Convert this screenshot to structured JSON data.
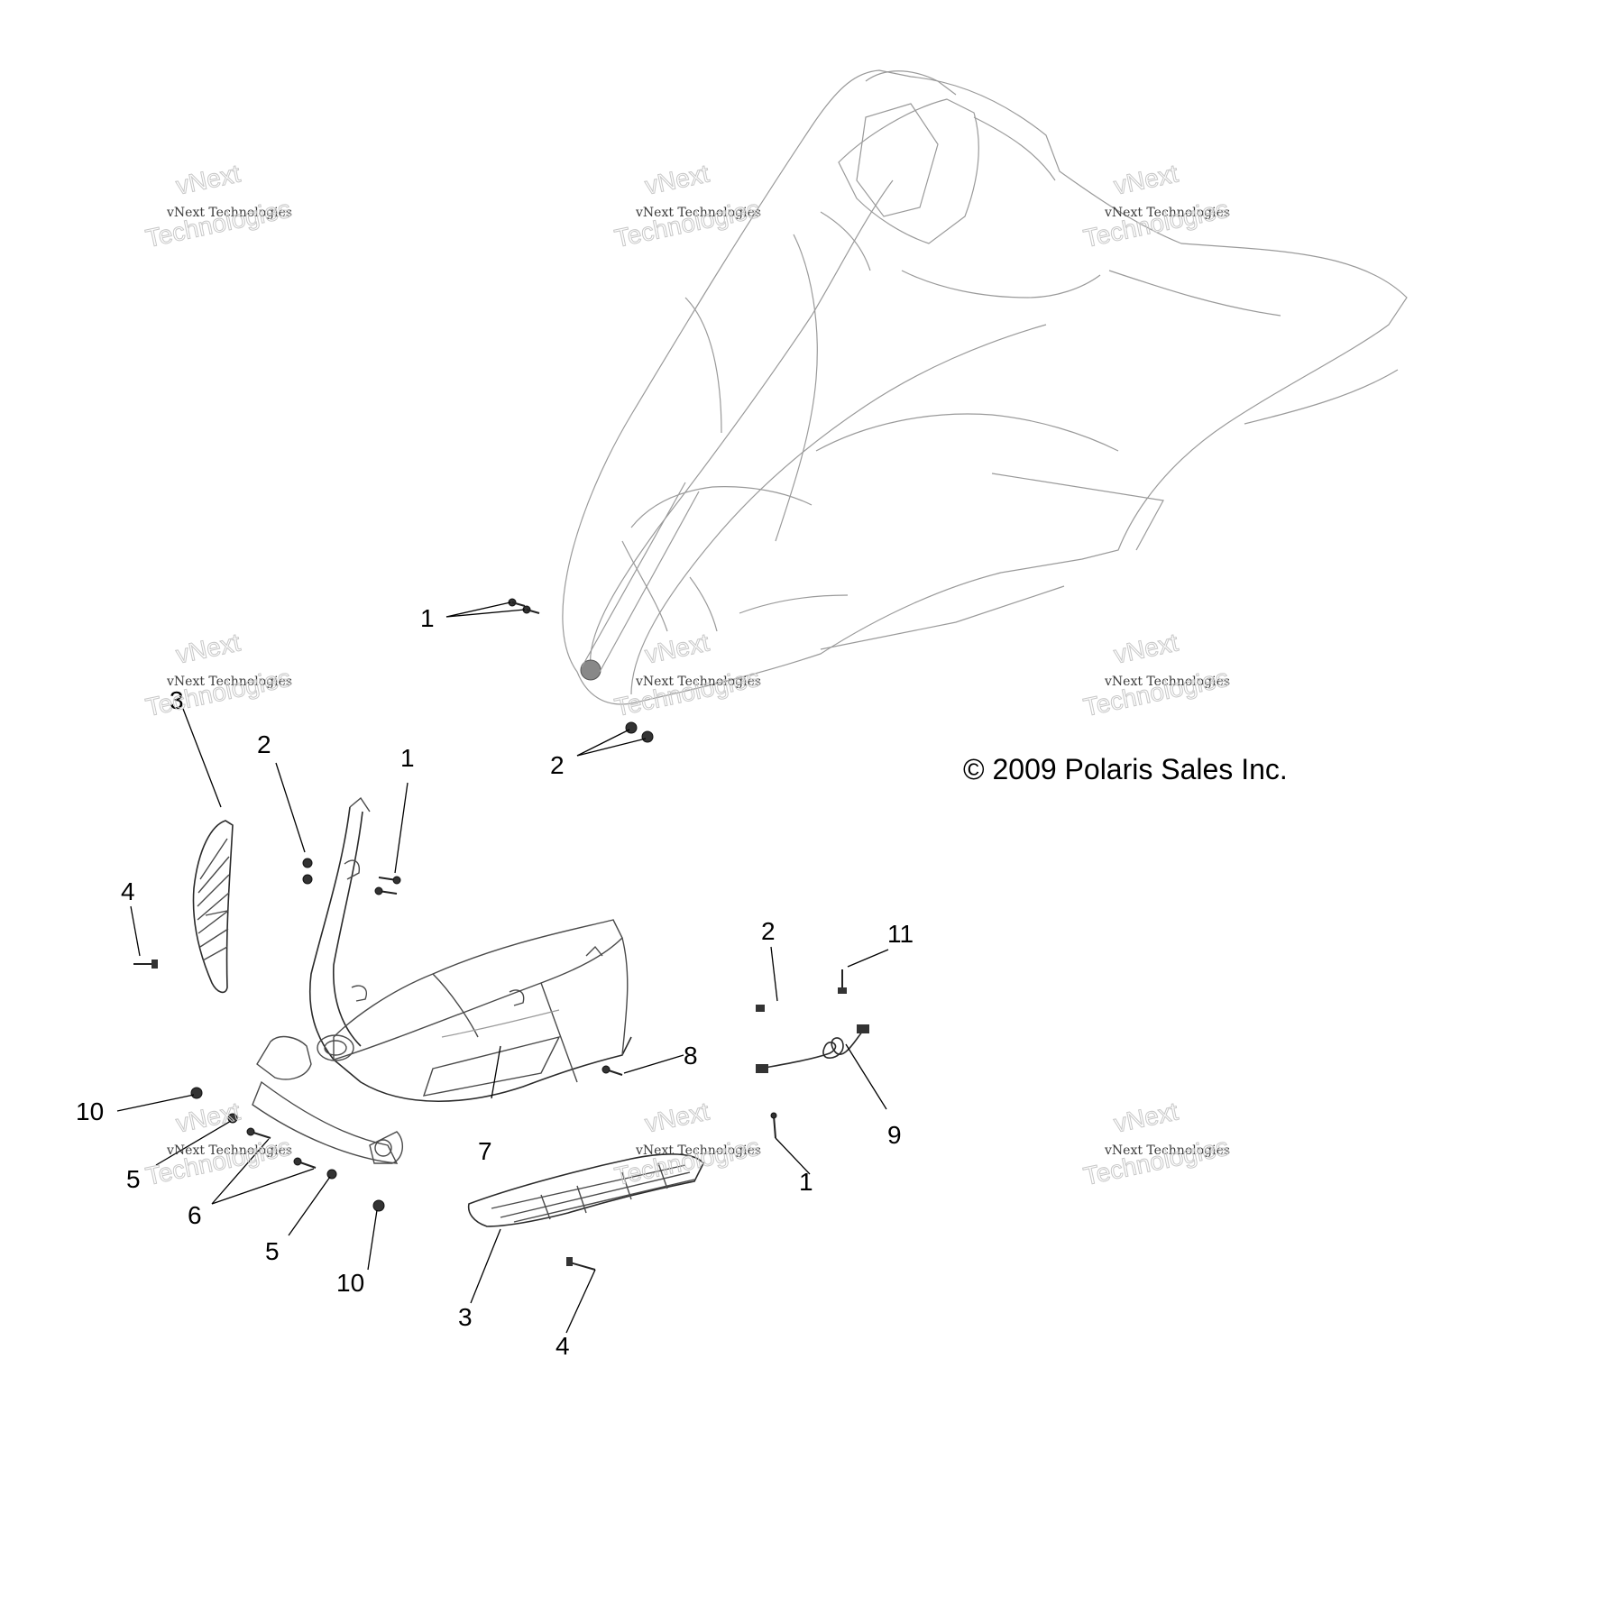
{
  "copyright": "© 2009 Polaris Sales Inc.",
  "watermark": {
    "line1": "vNext",
    "line2": "vNext Technologies",
    "line3": "Technologies"
  },
  "callouts": [
    "1",
    "2",
    "3",
    "4",
    "5",
    "6",
    "7",
    "8",
    "9",
    "10",
    "11"
  ]
}
